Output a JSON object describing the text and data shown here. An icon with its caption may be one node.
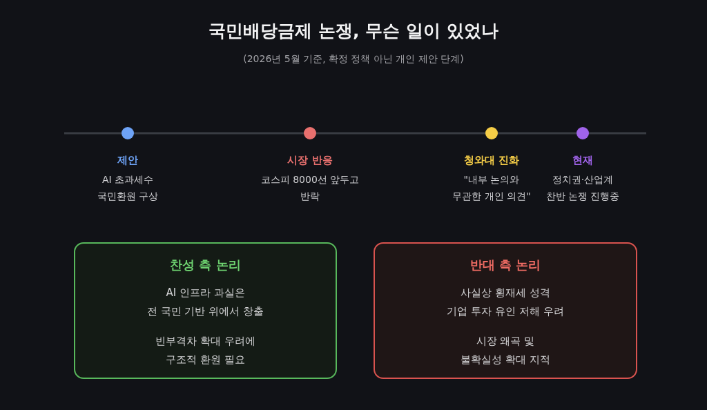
{
  "diagram": {
    "title": "국민배당금제 논쟁, 무슨 일이 있었나",
    "nodes": [
      {
        "text": [
          "제안",
          "AI 초과세수 국민환원 구상"
        ]
      },
      {
        "text": [
          "시장 반응",
          "코스피 8000선 앞두고 반락"
        ]
      },
      {
        "text": [
          "청와대 진화",
          "\"내부 논의와 무관한 개인 의견\""
        ]
      },
      {
        "text": [
          "현재",
          "정치권·산업계 찬반 논쟁 진행중"
        ]
      },
      {
        "text": [
          "찬성 측 논리",
          "AI 인프라 과실은 전 국민 기반 위에서 창출",
          "빈부격차 확대 우려에 구조적 환원 필요"
        ]
      },
      {
        "text": [
          "반대 측 논리",
          "사실상 횡재세 성격 기업 투자 유인 저해 우려",
          "시장 왜곡 및 불확실성 확대 지적"
        ]
      }
    ],
    "labels": [
      "(2026년 5월 기준, 확정 정책 아닌 개인 제안 단계)"
    ]
  }
}
